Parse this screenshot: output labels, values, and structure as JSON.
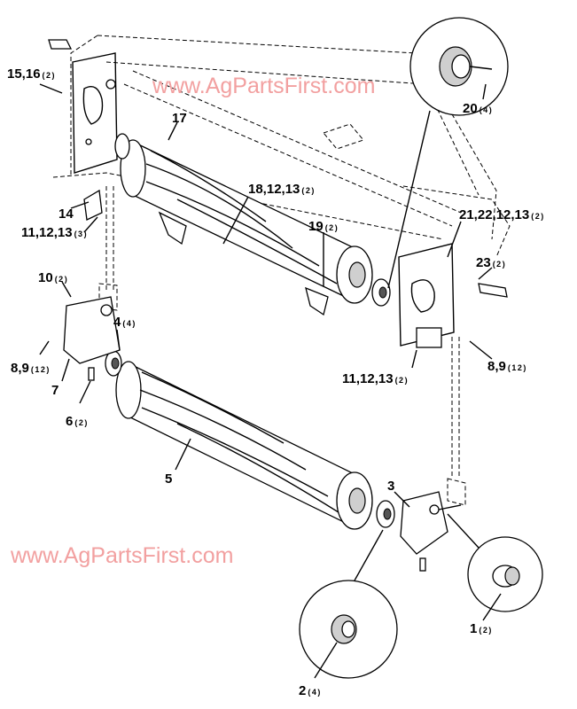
{
  "watermark": "www.AgPartsFirst.com",
  "callouts": {
    "c15_16": {
      "label": "15,16",
      "qty": "(2)"
    },
    "c20": {
      "label": "20",
      "qty": "(4)"
    },
    "c17": {
      "label": "17",
      "qty": ""
    },
    "c18": {
      "label": "18,12,13",
      "qty": "(2)"
    },
    "c19": {
      "label": "19",
      "qty": "(2)"
    },
    "c21": {
      "label": "21,22,12,13",
      "qty": "(2)"
    },
    "c14": {
      "label": "14",
      "qty": ""
    },
    "c11a": {
      "label": "11,12,13",
      "qty": "(3)"
    },
    "c23": {
      "label": "23",
      "qty": "(2)"
    },
    "c10": {
      "label": "10",
      "qty": "(2)"
    },
    "c4": {
      "label": "4",
      "qty": "(4)"
    },
    "c8a": {
      "label": "8,9",
      "qty": "(12)"
    },
    "c8b": {
      "label": "8,9",
      "qty": "(12)"
    },
    "c7": {
      "label": "7",
      "qty": ""
    },
    "c11b": {
      "label": "11,12,13",
      "qty": "(2)"
    },
    "c6": {
      "label": "6",
      "qty": "(2)"
    },
    "c5": {
      "label": "5",
      "qty": ""
    },
    "c3": {
      "label": "3",
      "qty": ""
    },
    "c1": {
      "label": "1",
      "qty": "(2)"
    },
    "c2": {
      "label": "2",
      "qty": "(4)"
    }
  }
}
